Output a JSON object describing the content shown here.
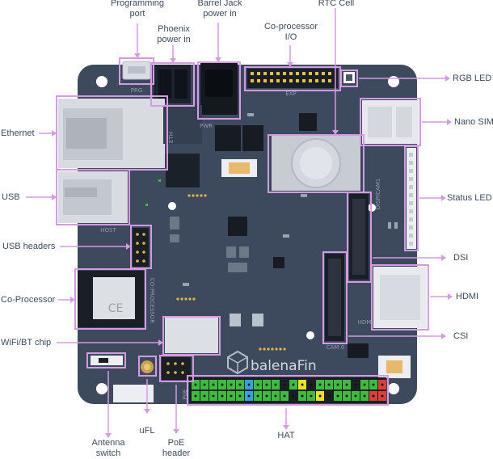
{
  "labels": {
    "programming_port": "Programming\nport",
    "phoenix_power": "Phoenix\npower in",
    "barrel_jack": "Barrel Jack\npower in",
    "rtc_cell": "RTC Cell",
    "coprocessor_io": "Co-processor\nI/O",
    "rgb_led": "RGB LED",
    "nano_sim": "Nano SIM",
    "ethernet": "Ethernet",
    "usb": "USB",
    "status_led": "Status LED",
    "usb_headers": "USB headers",
    "dsi": "DSI",
    "coprocessor": "Co-Processor",
    "hdmi": "HDMI",
    "wifi_bt": "WiFi/BT chip",
    "csi": "CSI",
    "antenna_switch": "Antenna\nswitch",
    "ufl": "uFL",
    "poe_header": "PoE\nheader",
    "hat": "HAT"
  },
  "silkscreen": {
    "prg": "PRG",
    "pwr": "PWR",
    "exp": "EXP",
    "eth": "ETH",
    "host": "HOST",
    "co_processor": "CO-PROCESSOR",
    "disp": "DISP/CAM1",
    "hdmi": "HDMI",
    "cam0": "CAM 0",
    "poe": "PoE"
  },
  "brand": {
    "logo_text": "balenaFin"
  },
  "colors": {
    "board": "#3d4a5e",
    "annotation": "#d49be3",
    "pin_green": "#3bbf3b",
    "pin_red": "#e53a3a",
    "pin_yellow": "#f1e40c",
    "pin_blue": "#2aa7e0"
  },
  "hat_pins": {
    "top": [
      "g",
      "g",
      "g",
      "g",
      "g",
      "g",
      "b",
      "g",
      "g",
      "g",
      "k",
      "g",
      "y",
      "k",
      "g",
      "g",
      "g",
      "g",
      "k",
      "g",
      "g",
      "r"
    ],
    "bottom": [
      "g",
      "g",
      "g",
      "g",
      "g",
      "g",
      "b",
      "g",
      "g",
      "g",
      "g",
      "k",
      "g",
      "g",
      "y",
      "k",
      "g",
      "g",
      "g",
      "g",
      "r",
      "r"
    ]
  }
}
